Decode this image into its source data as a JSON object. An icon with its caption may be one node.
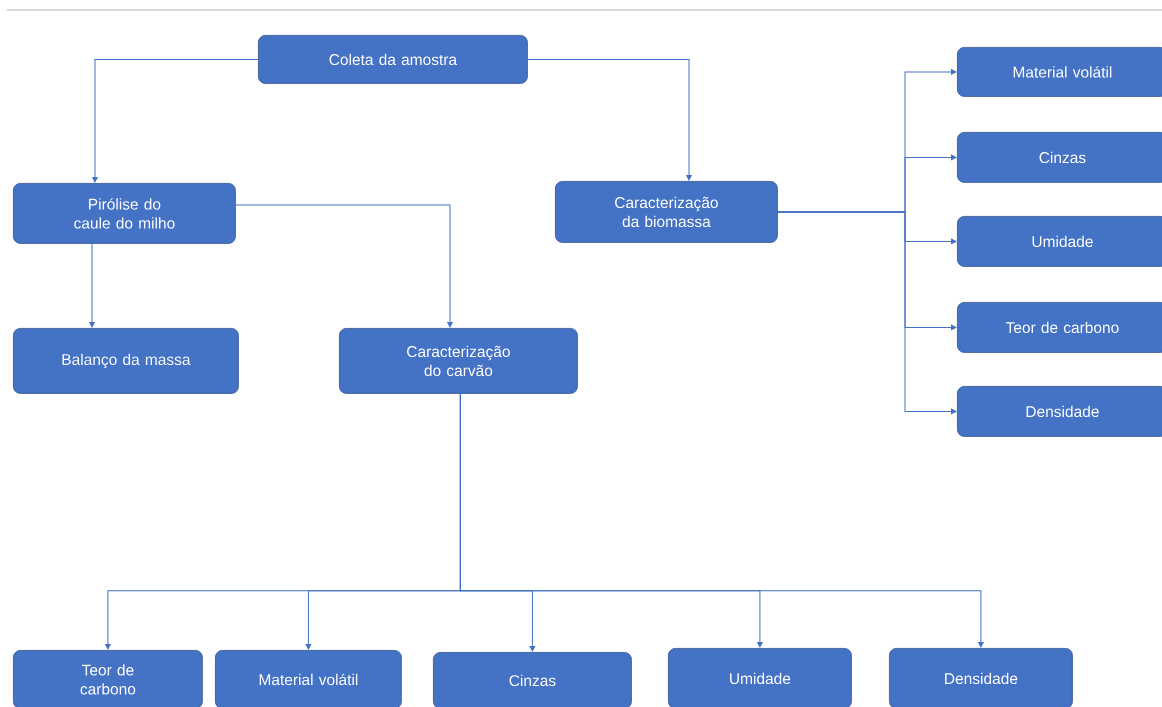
{
  "diagram": {
    "nodes": [
      {
        "text": [
          "Coleta da amostra"
        ]
      },
      {
        "text": [
          "Pirólise do caule do milho"
        ]
      },
      {
        "text": [
          "Caracterização da biomassa"
        ]
      },
      {
        "text": [
          "Balanço da massa"
        ]
      },
      {
        "text": [
          "Caracterização do carvão"
        ]
      },
      {
        "text": [
          "Material volátil"
        ]
      },
      {
        "text": [
          "Cinzas"
        ]
      },
      {
        "text": [
          "Umidade"
        ]
      },
      {
        "text": [
          "Teor de carbono"
        ]
      },
      {
        "text": [
          "Densidade"
        ]
      },
      {
        "text": [
          "Teor de carbono"
        ]
      },
      {
        "text": [
          "Material volátil"
        ]
      },
      {
        "text": [
          "Cinzas"
        ]
      },
      {
        "text": [
          "Umidade"
        ]
      },
      {
        "text": [
          "Densidade"
        ]
      }
    ],
    "edges": [
      {
        "from": 0,
        "to": 1,
        "arrow": "to"
      },
      {
        "from": 0,
        "to": 2,
        "arrow": "to"
      },
      {
        "from": 1,
        "to": 3,
        "arrow": "to"
      },
      {
        "from": 1,
        "to": 4,
        "arrow": "to"
      },
      {
        "from": 2,
        "to": 5,
        "arrow": "to"
      },
      {
        "from": 2,
        "to": 6,
        "arrow": "to"
      },
      {
        "from": 2,
        "to": 7,
        "arrow": "to"
      },
      {
        "from": 2,
        "to": 8,
        "arrow": "to"
      },
      {
        "from": 2,
        "to": 9,
        "arrow": "to"
      },
      {
        "from": 4,
        "to": 10,
        "arrow": "to"
      },
      {
        "from": 4,
        "to": 11,
        "arrow": "to"
      },
      {
        "from": 4,
        "to": 12,
        "arrow": "to"
      },
      {
        "from": 4,
        "to": 13,
        "arrow": "to"
      },
      {
        "from": 4,
        "to": 14,
        "arrow": "to"
      }
    ]
  }
}
